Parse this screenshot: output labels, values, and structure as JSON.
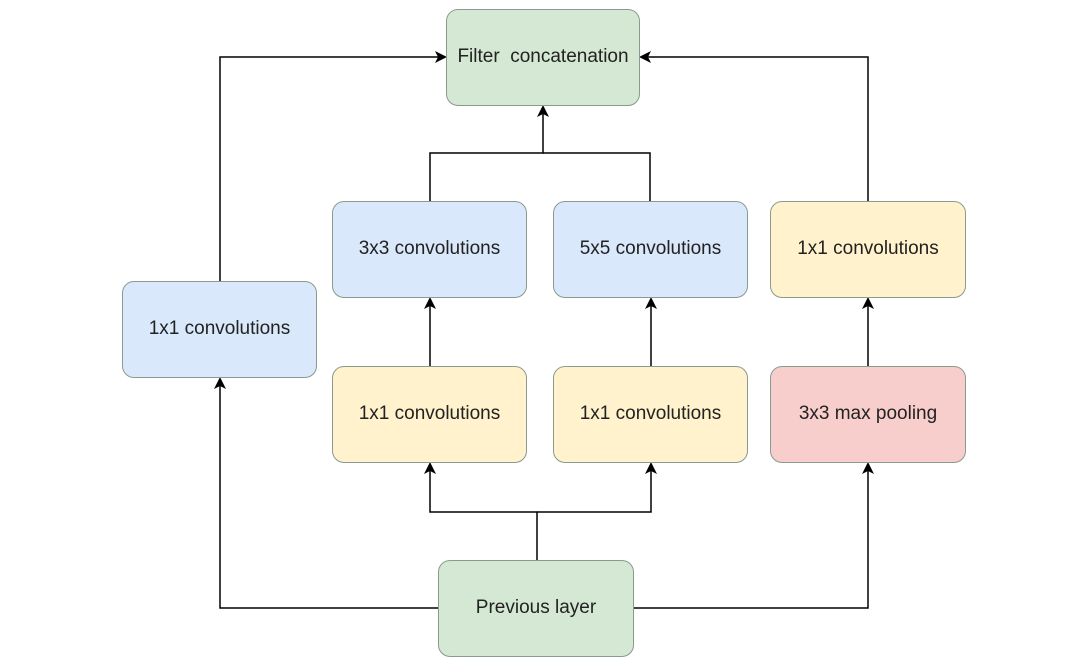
{
  "colors": {
    "green": "#d5e8d4",
    "blue": "#dae8fc",
    "yellow": "#fff2cc",
    "red": "#f8cecc",
    "edge": "#000000",
    "border": "#8a9a8f"
  },
  "nodes": {
    "filter_concat": {
      "label": "Filter  concatenation",
      "color": "green"
    },
    "conv1x1_left": {
      "label": "1x1 convolutions",
      "color": "blue"
    },
    "conv3x3": {
      "label": "3x3 convolutions",
      "color": "blue"
    },
    "conv5x5": {
      "label": "5x5 convolutions",
      "color": "blue"
    },
    "conv1x1_after_pool": {
      "label": "1x1 convolutions",
      "color": "yellow"
    },
    "reduce_3x3": {
      "label": "1x1 convolutions",
      "color": "yellow"
    },
    "reduce_5x5": {
      "label": "1x1 convolutions",
      "color": "yellow"
    },
    "maxpool": {
      "label": "3x3 max pooling",
      "color": "red"
    },
    "previous_layer": {
      "label": "Previous layer",
      "color": "green"
    }
  },
  "edges": [
    {
      "from": "previous_layer",
      "to": "conv1x1_left"
    },
    {
      "from": "previous_layer",
      "to": "reduce_3x3"
    },
    {
      "from": "previous_layer",
      "to": "reduce_5x5"
    },
    {
      "from": "previous_layer",
      "to": "maxpool"
    },
    {
      "from": "reduce_3x3",
      "to": "conv3x3"
    },
    {
      "from": "reduce_5x5",
      "to": "conv5x5"
    },
    {
      "from": "maxpool",
      "to": "conv1x1_after_pool"
    },
    {
      "from": "conv1x1_left",
      "to": "filter_concat"
    },
    {
      "from": "conv3x3",
      "to": "filter_concat"
    },
    {
      "from": "conv5x5",
      "to": "filter_concat"
    },
    {
      "from": "conv1x1_after_pool",
      "to": "filter_concat"
    }
  ]
}
